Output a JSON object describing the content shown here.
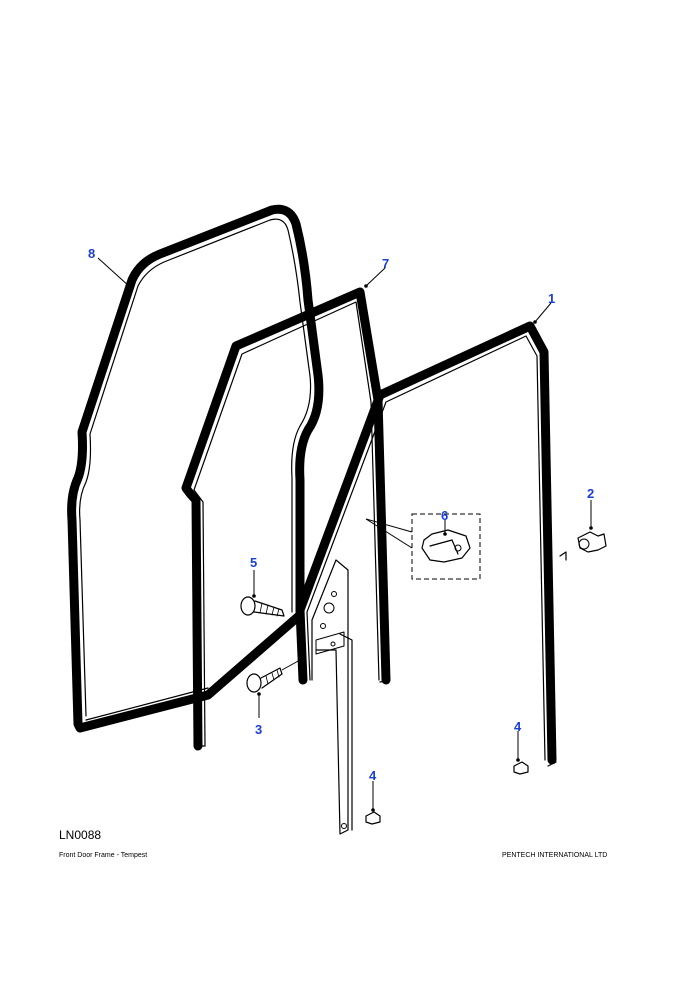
{
  "diagram": {
    "reference": "LN0088",
    "caption": "Front Door Frame - Tempest",
    "publisher": "PENTECH INTERNATIONAL LTD",
    "callouts": [
      {
        "id": "c1",
        "label": "1"
      },
      {
        "id": "c2",
        "label": "2"
      },
      {
        "id": "c3",
        "label": "3"
      },
      {
        "id": "c4a",
        "label": "4"
      },
      {
        "id": "c4b",
        "label": "4"
      },
      {
        "id": "c5",
        "label": "5"
      },
      {
        "id": "c6",
        "label": "6"
      },
      {
        "id": "c7",
        "label": "7"
      },
      {
        "id": "c8",
        "label": "8"
      }
    ],
    "colors": {
      "callout": "#1a3fd8",
      "line": "#000000",
      "background": "#ffffff"
    }
  }
}
